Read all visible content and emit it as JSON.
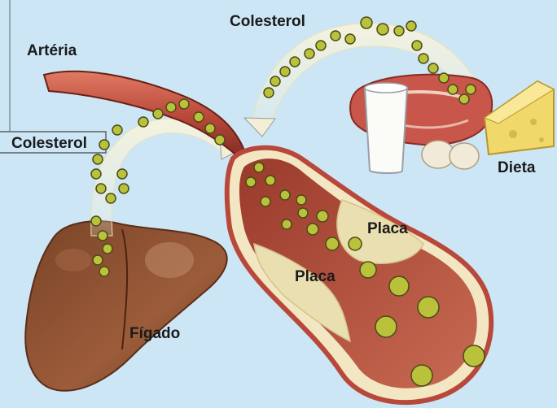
{
  "labels": {
    "colesterol_top": "Colesterol",
    "arteria": "Artéria",
    "colesterol_left": "Colesterol",
    "dieta": "Dieta",
    "placa_upper": "Placa",
    "placa_lower": "Placa",
    "figado": "Fígado"
  },
  "colors": {
    "background": "#cde6f6",
    "cholesterol_particle": "#b9c23a",
    "artery_wall": "#b8483a",
    "plaque": "#eadfb0",
    "liver": "#8a5030",
    "label_text": "#1a1a1a"
  },
  "icons": [
    "artery-illustration",
    "liver-illustration",
    "milk-glass-icon",
    "meat-icon",
    "eggs-icon",
    "cheese-icon",
    "arrow-icon"
  ]
}
